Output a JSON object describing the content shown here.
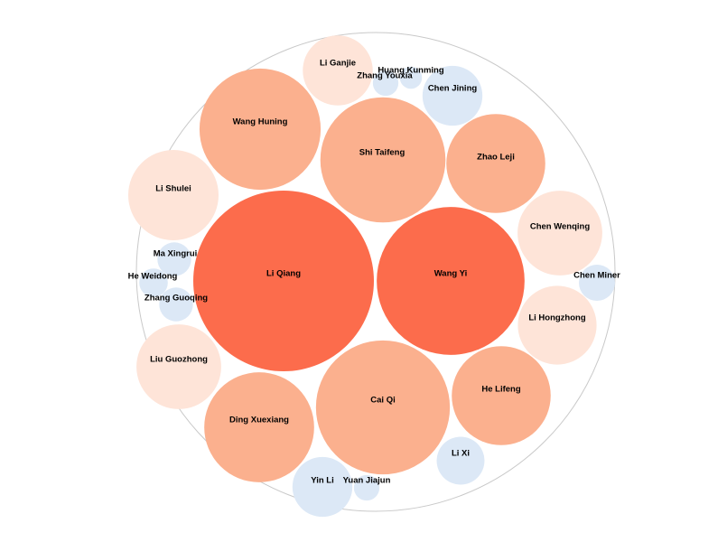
{
  "chart_data": {
    "type": "packed-bubble",
    "title": "",
    "colors": {
      "level_highest": "#fc6c4c",
      "level_high": "#fbb08e",
      "level_mid": "#fee4d8",
      "level_low": "#dce8f6",
      "outer_ring": "#c9c9c9"
    },
    "nodes": [
      {
        "name": "Li Qiang",
        "value": 100,
        "level": "level_highest"
      },
      {
        "name": "Wang Yi",
        "value": 67,
        "level": "level_highest"
      },
      {
        "name": "Cai Qi",
        "value": 55,
        "level": "level_high"
      },
      {
        "name": "Shi Taifeng",
        "value": 48,
        "level": "level_high"
      },
      {
        "name": "Wang Huning",
        "value": 45,
        "level": "level_high"
      },
      {
        "name": "Ding Xuexiang",
        "value": 37,
        "level": "level_high"
      },
      {
        "name": "Zhao Leji",
        "value": 30,
        "level": "level_high"
      },
      {
        "name": "He Lifeng",
        "value": 30,
        "level": "level_high"
      },
      {
        "name": "Li Shulei",
        "value": 25,
        "level": "level_mid"
      },
      {
        "name": "Liu Guozhong",
        "value": 22,
        "level": "level_mid"
      },
      {
        "name": "Chen Wenqing",
        "value": 22,
        "level": "level_mid"
      },
      {
        "name": "Li Hongzhong",
        "value": 19,
        "level": "level_mid"
      },
      {
        "name": "Li Ganjie",
        "value": 15,
        "level": "level_mid"
      },
      {
        "name": "Chen Jining",
        "value": 11,
        "level": "level_low"
      },
      {
        "name": "Yin Li",
        "value": 11,
        "level": "level_low"
      },
      {
        "name": "Li Xi",
        "value": 7,
        "level": "level_low"
      },
      {
        "name": "Chen Miner",
        "value": 4,
        "level": "level_low"
      },
      {
        "name": "Zhang Guoqing",
        "value": 3.5,
        "level": "level_low"
      },
      {
        "name": "Ma Xingrui",
        "value": 3.5,
        "level": "level_low"
      },
      {
        "name": "He Weidong",
        "value": 2.5,
        "level": "level_low"
      },
      {
        "name": "Yuan Jiajun",
        "value": 2,
        "level": "level_low"
      },
      {
        "name": "Zhang Youxia",
        "value": 2,
        "level": "level_low"
      },
      {
        "name": "Huang Kunming",
        "value": 1.5,
        "level": "level_low"
      }
    ]
  }
}
